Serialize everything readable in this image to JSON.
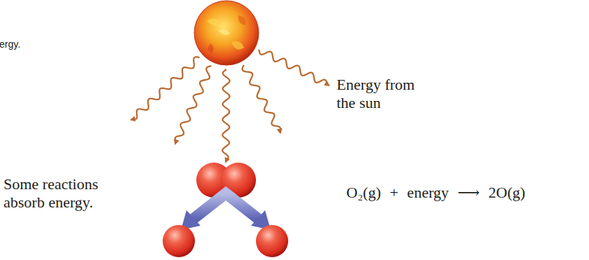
{
  "diagram": {
    "labels": [
      "ergy.",
      "Energy from the sun",
      "Some reactions absorb energy.",
      "O₂(g) + energy ⟶ 2O(g)"
    ]
  }
}
